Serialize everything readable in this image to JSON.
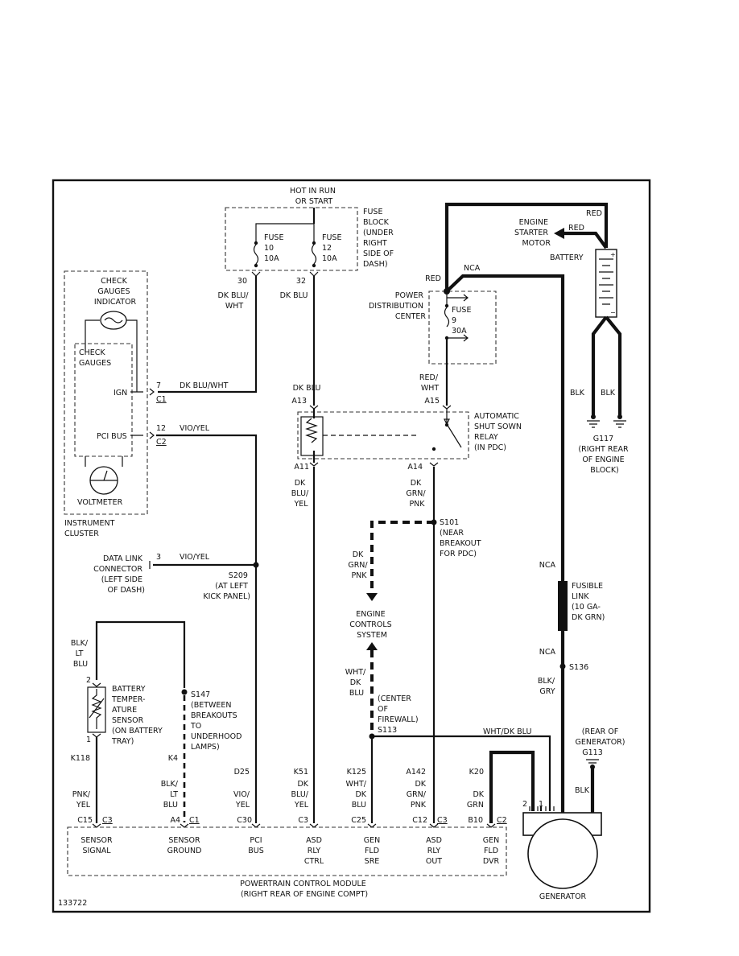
{
  "figure_id": "133722",
  "top": {
    "hot": [
      "HOT IN RUN",
      "OR START"
    ],
    "fuse_block": [
      "FUSE",
      "BLOCK",
      "(UNDER",
      "RIGHT",
      "SIDE OF",
      "DASH)"
    ],
    "fuse10": [
      "FUSE",
      "10",
      "10A"
    ],
    "fuse12": [
      "FUSE",
      "12",
      "10A"
    ],
    "pin30": "30",
    "pin32": "32",
    "w30": [
      "DK BLU/",
      "WHT"
    ],
    "w32": "DK BLU"
  },
  "cluster": {
    "indicator": [
      "CHECK",
      "GAUGES",
      "INDICATOR"
    ],
    "inner": [
      "CHECK",
      "GAUGES"
    ],
    "ign": "IGN",
    "pci_bus": "PCI BUS",
    "voltmeter": "VOLTMETER",
    "name": [
      "INSTRUMENT",
      "CLUSTER"
    ],
    "pin7": "7",
    "c1": "C1",
    "w7": "DK BLU/WHT",
    "pin12": "12",
    "c2": "C2",
    "w12": "VIO/YEL"
  },
  "dlc": {
    "name": [
      "DATA LINK",
      "CONNECTOR",
      "(LEFT SIDE",
      "OF DASH)"
    ],
    "pin3": "3",
    "wire": "VIO/YEL",
    "splice": [
      "S209",
      "(AT LEFT",
      "KICK PANEL)"
    ]
  },
  "asd": {
    "dkblu": "DK BLU",
    "a13": "A13",
    "a15": "A15",
    "redwht": [
      "RED/",
      "WHT"
    ],
    "name": [
      "AUTOMATIC",
      "SHUT SOWN",
      "RELAY",
      "(IN PDC)"
    ],
    "a11": "A11",
    "a14": "A14",
    "w11": [
      "DK",
      "BLU/",
      "YEL"
    ],
    "w14": [
      "DK",
      "GRN/",
      "PNK"
    ]
  },
  "pdc": {
    "name": [
      "POWER",
      "DISTRIBUTION",
      "CENTER"
    ],
    "fuse9": [
      "FUSE",
      "9",
      "30A"
    ],
    "red": "RED",
    "nca": "NCA"
  },
  "battery": {
    "red_top": "RED",
    "red_starter": "RED",
    "starter": [
      "ENGINE",
      "STARTER",
      "MOTOR"
    ],
    "label": "BATTERY",
    "blk1": "BLK",
    "blk2": "BLK",
    "ground": [
      "G117",
      "(RIGHT REAR",
      "OF ENGINE",
      "BLOCK)"
    ]
  },
  "splices": {
    "s101": [
      "S101",
      "(NEAR",
      "BREAKOUT",
      "FOR PDC)"
    ],
    "s101_wire": [
      "DK",
      "GRN/",
      "PNK"
    ],
    "ecs": [
      "ENGINE",
      "CONTROLS",
      "SYSTEM"
    ],
    "s113_wire": [
      "WHT/",
      "DK",
      "BLU"
    ],
    "s113": [
      "(CENTER",
      "OF",
      "FIREWALL)",
      "S113"
    ],
    "s113_out": "WHT/DK BLU"
  },
  "fusible": {
    "nca_top": "NCA",
    "name": [
      "FUSIBLE",
      "LINK",
      "(10 GA-",
      "DK GRN)"
    ],
    "nca_bot": "NCA",
    "s136": "S136",
    "blkgry": [
      "BLK/",
      "GRY"
    ]
  },
  "gen": {
    "rear": [
      "(REAR OF",
      "GENERATOR)",
      "G113"
    ],
    "blk": "BLK",
    "pin2": "2",
    "pin1": "1",
    "name": "GENERATOR"
  },
  "sensor": {
    "wire_top": [
      "BLK/",
      "LT",
      "BLU"
    ],
    "pin2": "2",
    "pin1": "1",
    "name": [
      "BATTERY",
      "TEMPER-",
      "ATURE",
      "SENSOR",
      "(ON BATTERY",
      "TRAY)"
    ],
    "s147": [
      "S147",
      "(BETWEEN",
      "BREAKOUTS",
      "TO",
      "UNDERHOOD",
      "LAMPS)"
    ]
  },
  "pcm_wires": [
    {
      "circuit": "K118",
      "color": [
        "PNK/",
        "YEL"
      ],
      "cavity": "C15",
      "conn": "C3",
      "func": [
        "SENSOR",
        "SIGNAL"
      ]
    },
    {
      "circuit": "K4",
      "color": [
        "BLK/",
        "LT",
        "BLU"
      ],
      "cavity": "A4",
      "conn": "C1",
      "func": [
        "SENSOR",
        "GROUND"
      ]
    },
    {
      "circuit": "D25",
      "color": [
        "VIO/",
        "YEL"
      ],
      "cavity": "C30",
      "conn": "",
      "func": [
        "PCI",
        "BUS"
      ]
    },
    {
      "circuit": "K51",
      "color": [
        "DK",
        "BLU/",
        "YEL"
      ],
      "cavity": "C3",
      "conn": "",
      "func": [
        "ASD",
        "RLY",
        "CTRL"
      ]
    },
    {
      "circuit": "K125",
      "color": [
        "WHT/",
        "DK",
        "BLU"
      ],
      "cavity": "C25",
      "conn": "",
      "func": [
        "GEN",
        "FLD",
        "SRE"
      ]
    },
    {
      "circuit": "A142",
      "color": [
        "DK",
        "GRN/",
        "PNK"
      ],
      "cavity": "C12",
      "conn": "C3",
      "func": [
        "ASD",
        "RLY",
        "OUT"
      ]
    },
    {
      "circuit": "K20",
      "color": [
        "DK",
        "GRN"
      ],
      "cavity": "B10",
      "conn": "C2",
      "func": [
        "GEN",
        "FLD",
        "DVR"
      ]
    }
  ],
  "pcm": {
    "name": [
      "POWERTRAIN CONTROL MODULE",
      "(RIGHT REAR OF ENGINE COMPT)"
    ]
  }
}
